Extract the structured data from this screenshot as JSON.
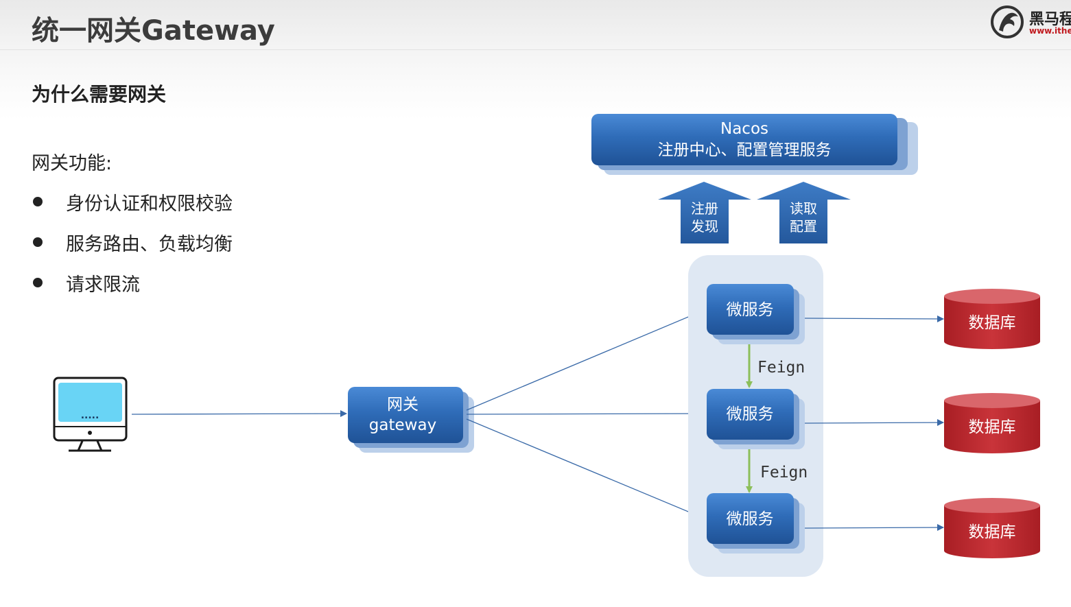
{
  "title": "统一网关Gateway",
  "subtitle": "为什么需要网关",
  "features": {
    "heading": "网关功能:",
    "items": [
      "身份认证和权限校验",
      "服务路由、负载均衡",
      "请求限流"
    ]
  },
  "logo": {
    "brand": "黑马程",
    "url": "www.ithei"
  },
  "diagram": {
    "client_screen_text": ".....",
    "gateway": {
      "line1": "网关",
      "line2": "gateway"
    },
    "nacos": {
      "line1": "Nacos",
      "line2": "注册中心、配置管理服务"
    },
    "arrow_register": {
      "line1": "注册",
      "line2": "发现"
    },
    "arrow_config": {
      "line1": "读取",
      "line2": "配置"
    },
    "microservices": [
      "微服务",
      "微服务",
      "微服务"
    ],
    "feign_labels": [
      "Feign",
      "Feign"
    ],
    "databases": [
      "数据库",
      "数据库",
      "数据库"
    ]
  },
  "colors": {
    "box_blue": "#2f6cb8",
    "cluster_bg": "#dfe8f3",
    "db_red": "#c0272d",
    "feign_green": "#8cbf5a",
    "arrow_blue": "#3a6aa8"
  }
}
